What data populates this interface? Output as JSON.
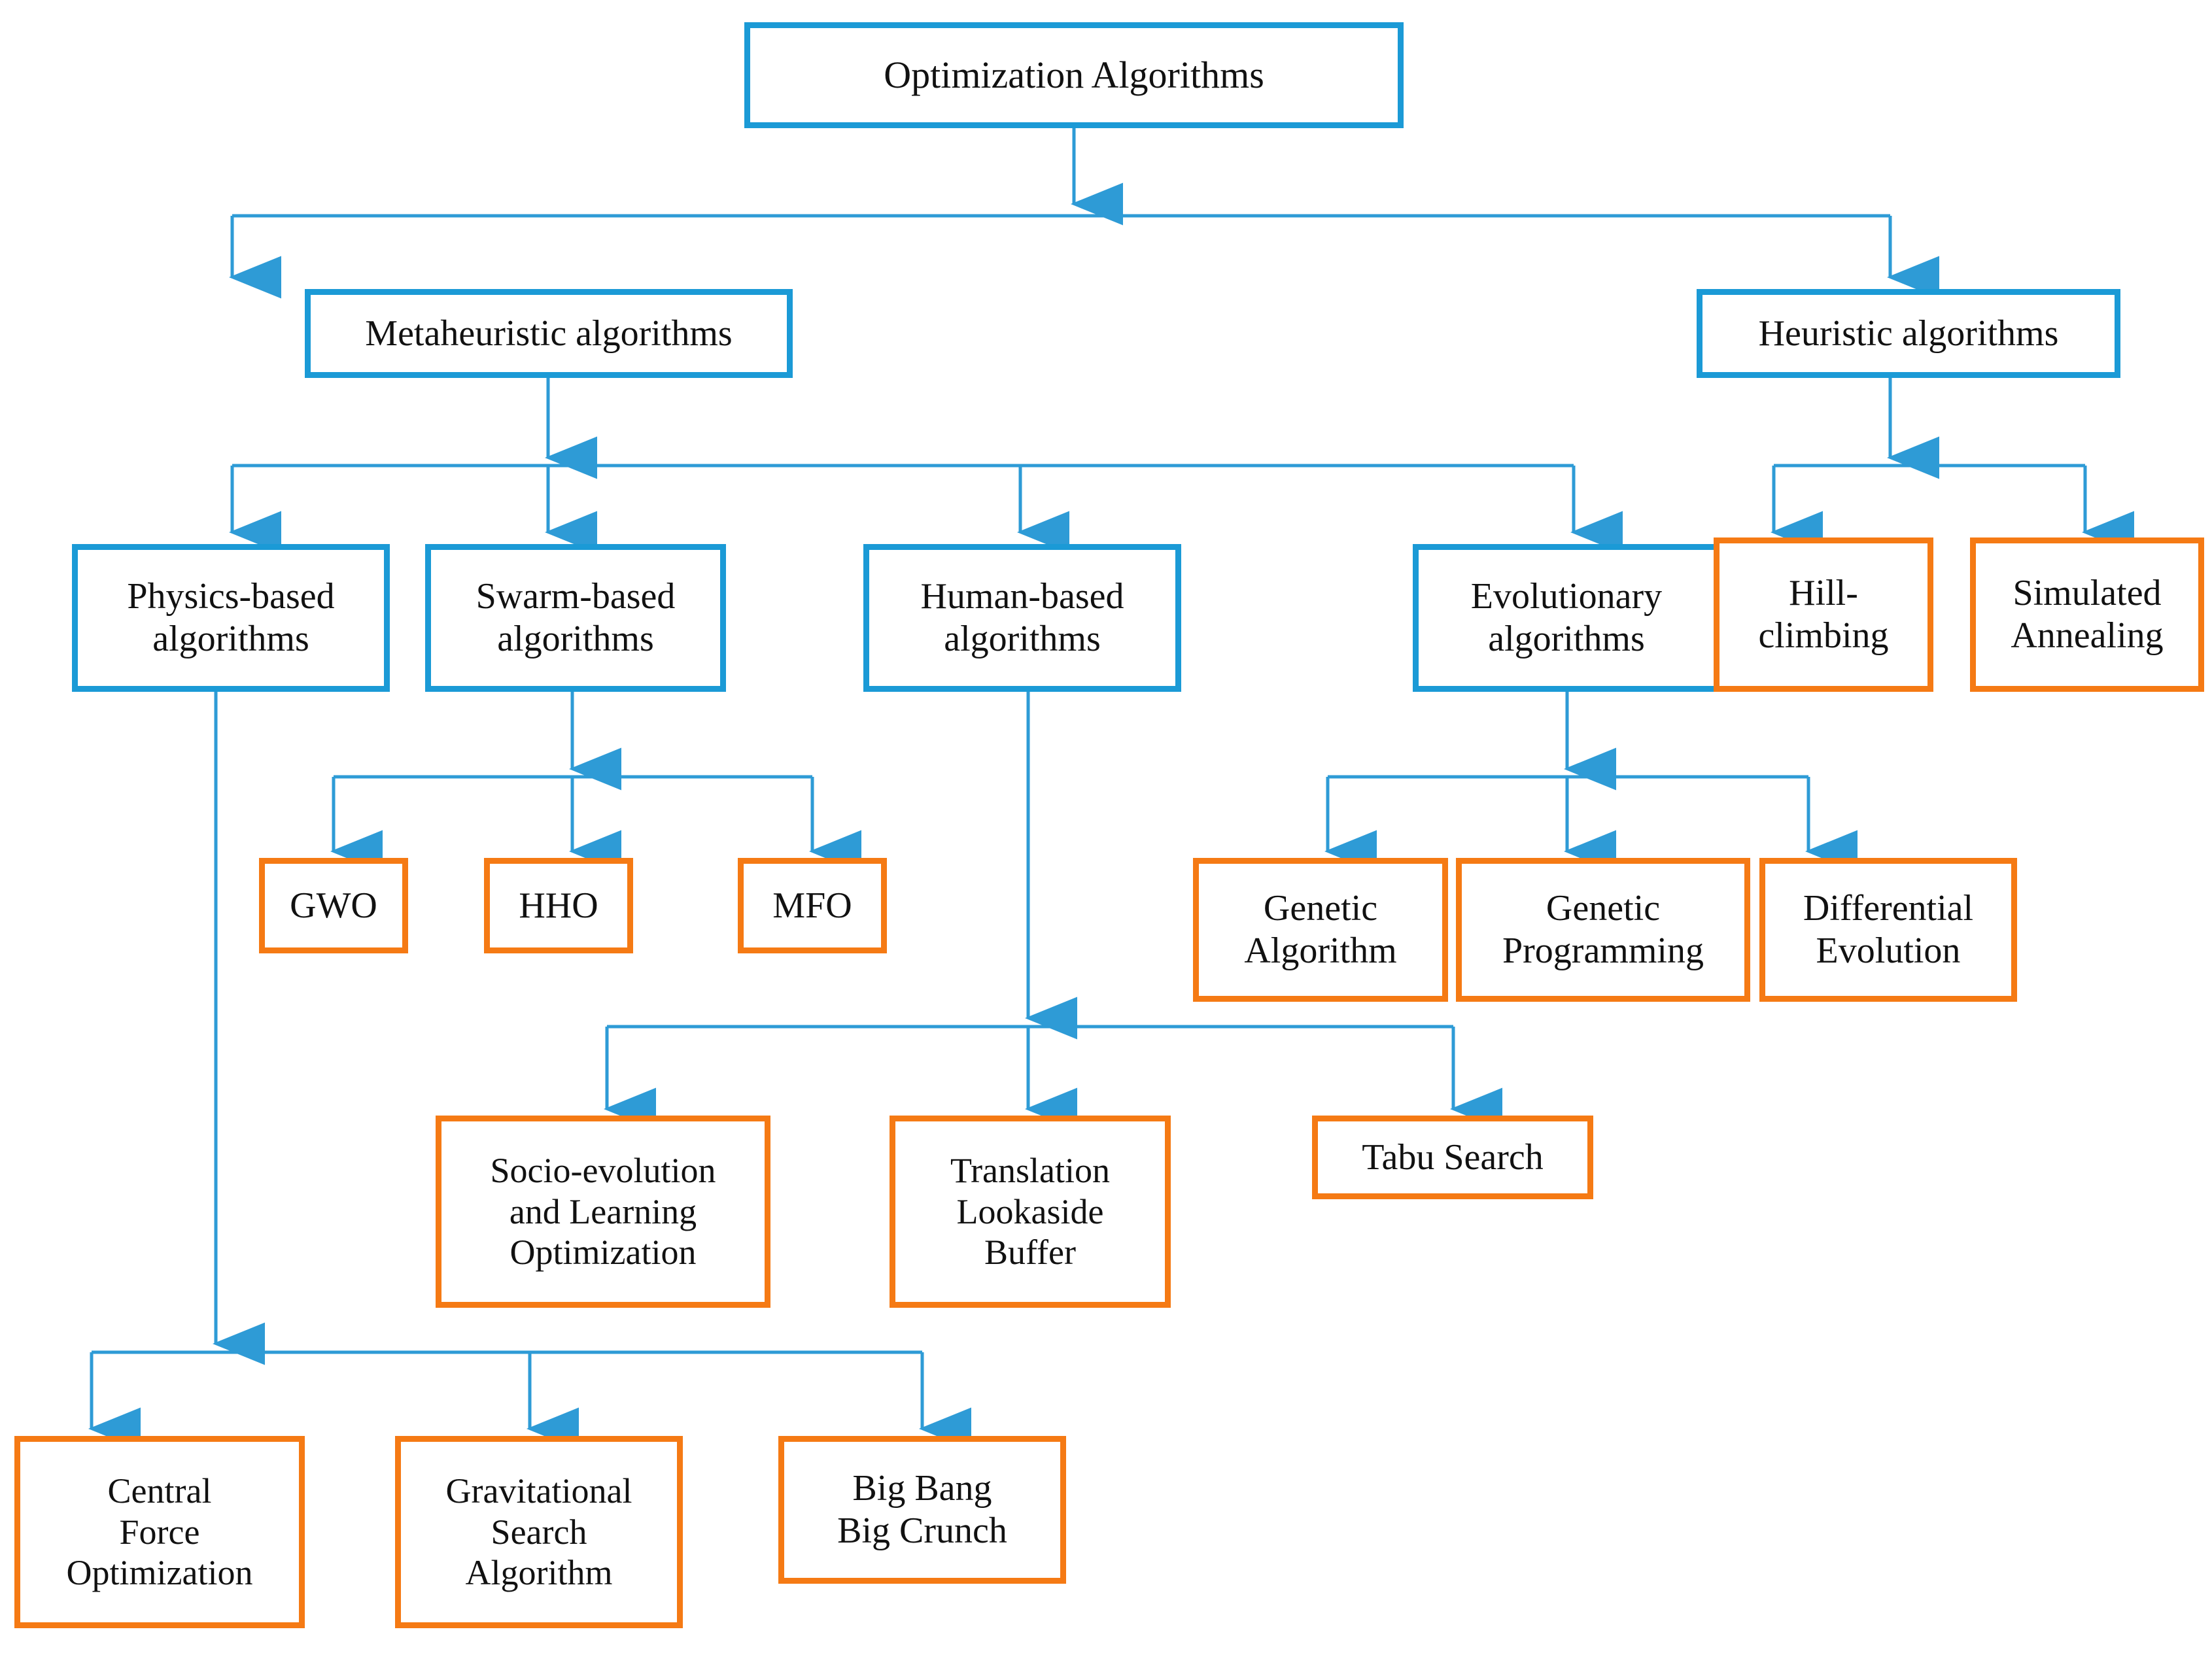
{
  "diagram": {
    "title": "Optimization Algorithms taxonomy",
    "colors": {
      "blue_border": "#1B9AD6",
      "orange_border": "#F57A14",
      "connector": "#2E9BD6",
      "text": "#111111",
      "background": "#FFFFFF"
    },
    "levels": {
      "root": "Optimization Algorithms",
      "level2": [
        "Metaheuristic algorithms",
        "Heuristic algorithms"
      ],
      "level3": [
        "Physics-based algorithms",
        "Swarm-based algorithms",
        "Human-based algorithms",
        "Evolutionary algorithms",
        "Hill-climbing",
        "Simulated Annealing"
      ],
      "leaves": [
        "GWO",
        "HHO",
        "MFO",
        "Genetic Algorithm",
        "Genetic Programming",
        "Differential Evolution",
        "Socio-evolution and Learning Optimization",
        "Translation Lookaside Buffer",
        "Tabu Search",
        "Central Force Optimization",
        "Gravitational Search Algorithm",
        "Big Bang Big Crunch"
      ]
    },
    "nodes": {
      "root": {
        "label": "Optimization Algorithms"
      },
      "metaheuristic": {
        "label": "Metaheuristic algorithms"
      },
      "heuristic": {
        "label": "Heuristic algorithms"
      },
      "physics": {
        "line1": "Physics-based",
        "line2": "algorithms"
      },
      "swarm": {
        "line1": "Swarm-based",
        "line2": "algorithms"
      },
      "human": {
        "line1": "Human-based",
        "line2": "algorithms"
      },
      "evolutionary": {
        "line1": "Evolutionary",
        "line2": "algorithms"
      },
      "hill_climbing": {
        "line1": "Hill-",
        "line2": "climbing"
      },
      "simulated_annealing": {
        "line1": "Simulated",
        "line2": "Annealing"
      },
      "gwo": {
        "label": "GWO"
      },
      "hho": {
        "label": "HHO"
      },
      "mfo": {
        "label": "MFO"
      },
      "genetic_algorithm": {
        "line1": "Genetic",
        "line2": "Algorithm"
      },
      "genetic_programming": {
        "line1": "Genetic",
        "line2": "Programming"
      },
      "differential_evolution": {
        "line1": "Differential",
        "line2": "Evolution"
      },
      "socio_evolution": {
        "line1": "Socio-evolution",
        "line2": "and Learning",
        "line3": "Optimization"
      },
      "translation_lookaside_buffer": {
        "line1": "Translation",
        "line2": "Lookaside",
        "line3": "Buffer"
      },
      "tabu_search": {
        "label": "Tabu Search"
      },
      "central_force_optimization": {
        "line1": "Central",
        "line2": "Force",
        "line3": "Optimization"
      },
      "gravitational_search": {
        "line1": "Gravitational",
        "line2": "Search",
        "line3": "Algorithm"
      },
      "big_bang_big_crunch": {
        "line1": "Big Bang",
        "line2": "Big Crunch"
      }
    }
  }
}
